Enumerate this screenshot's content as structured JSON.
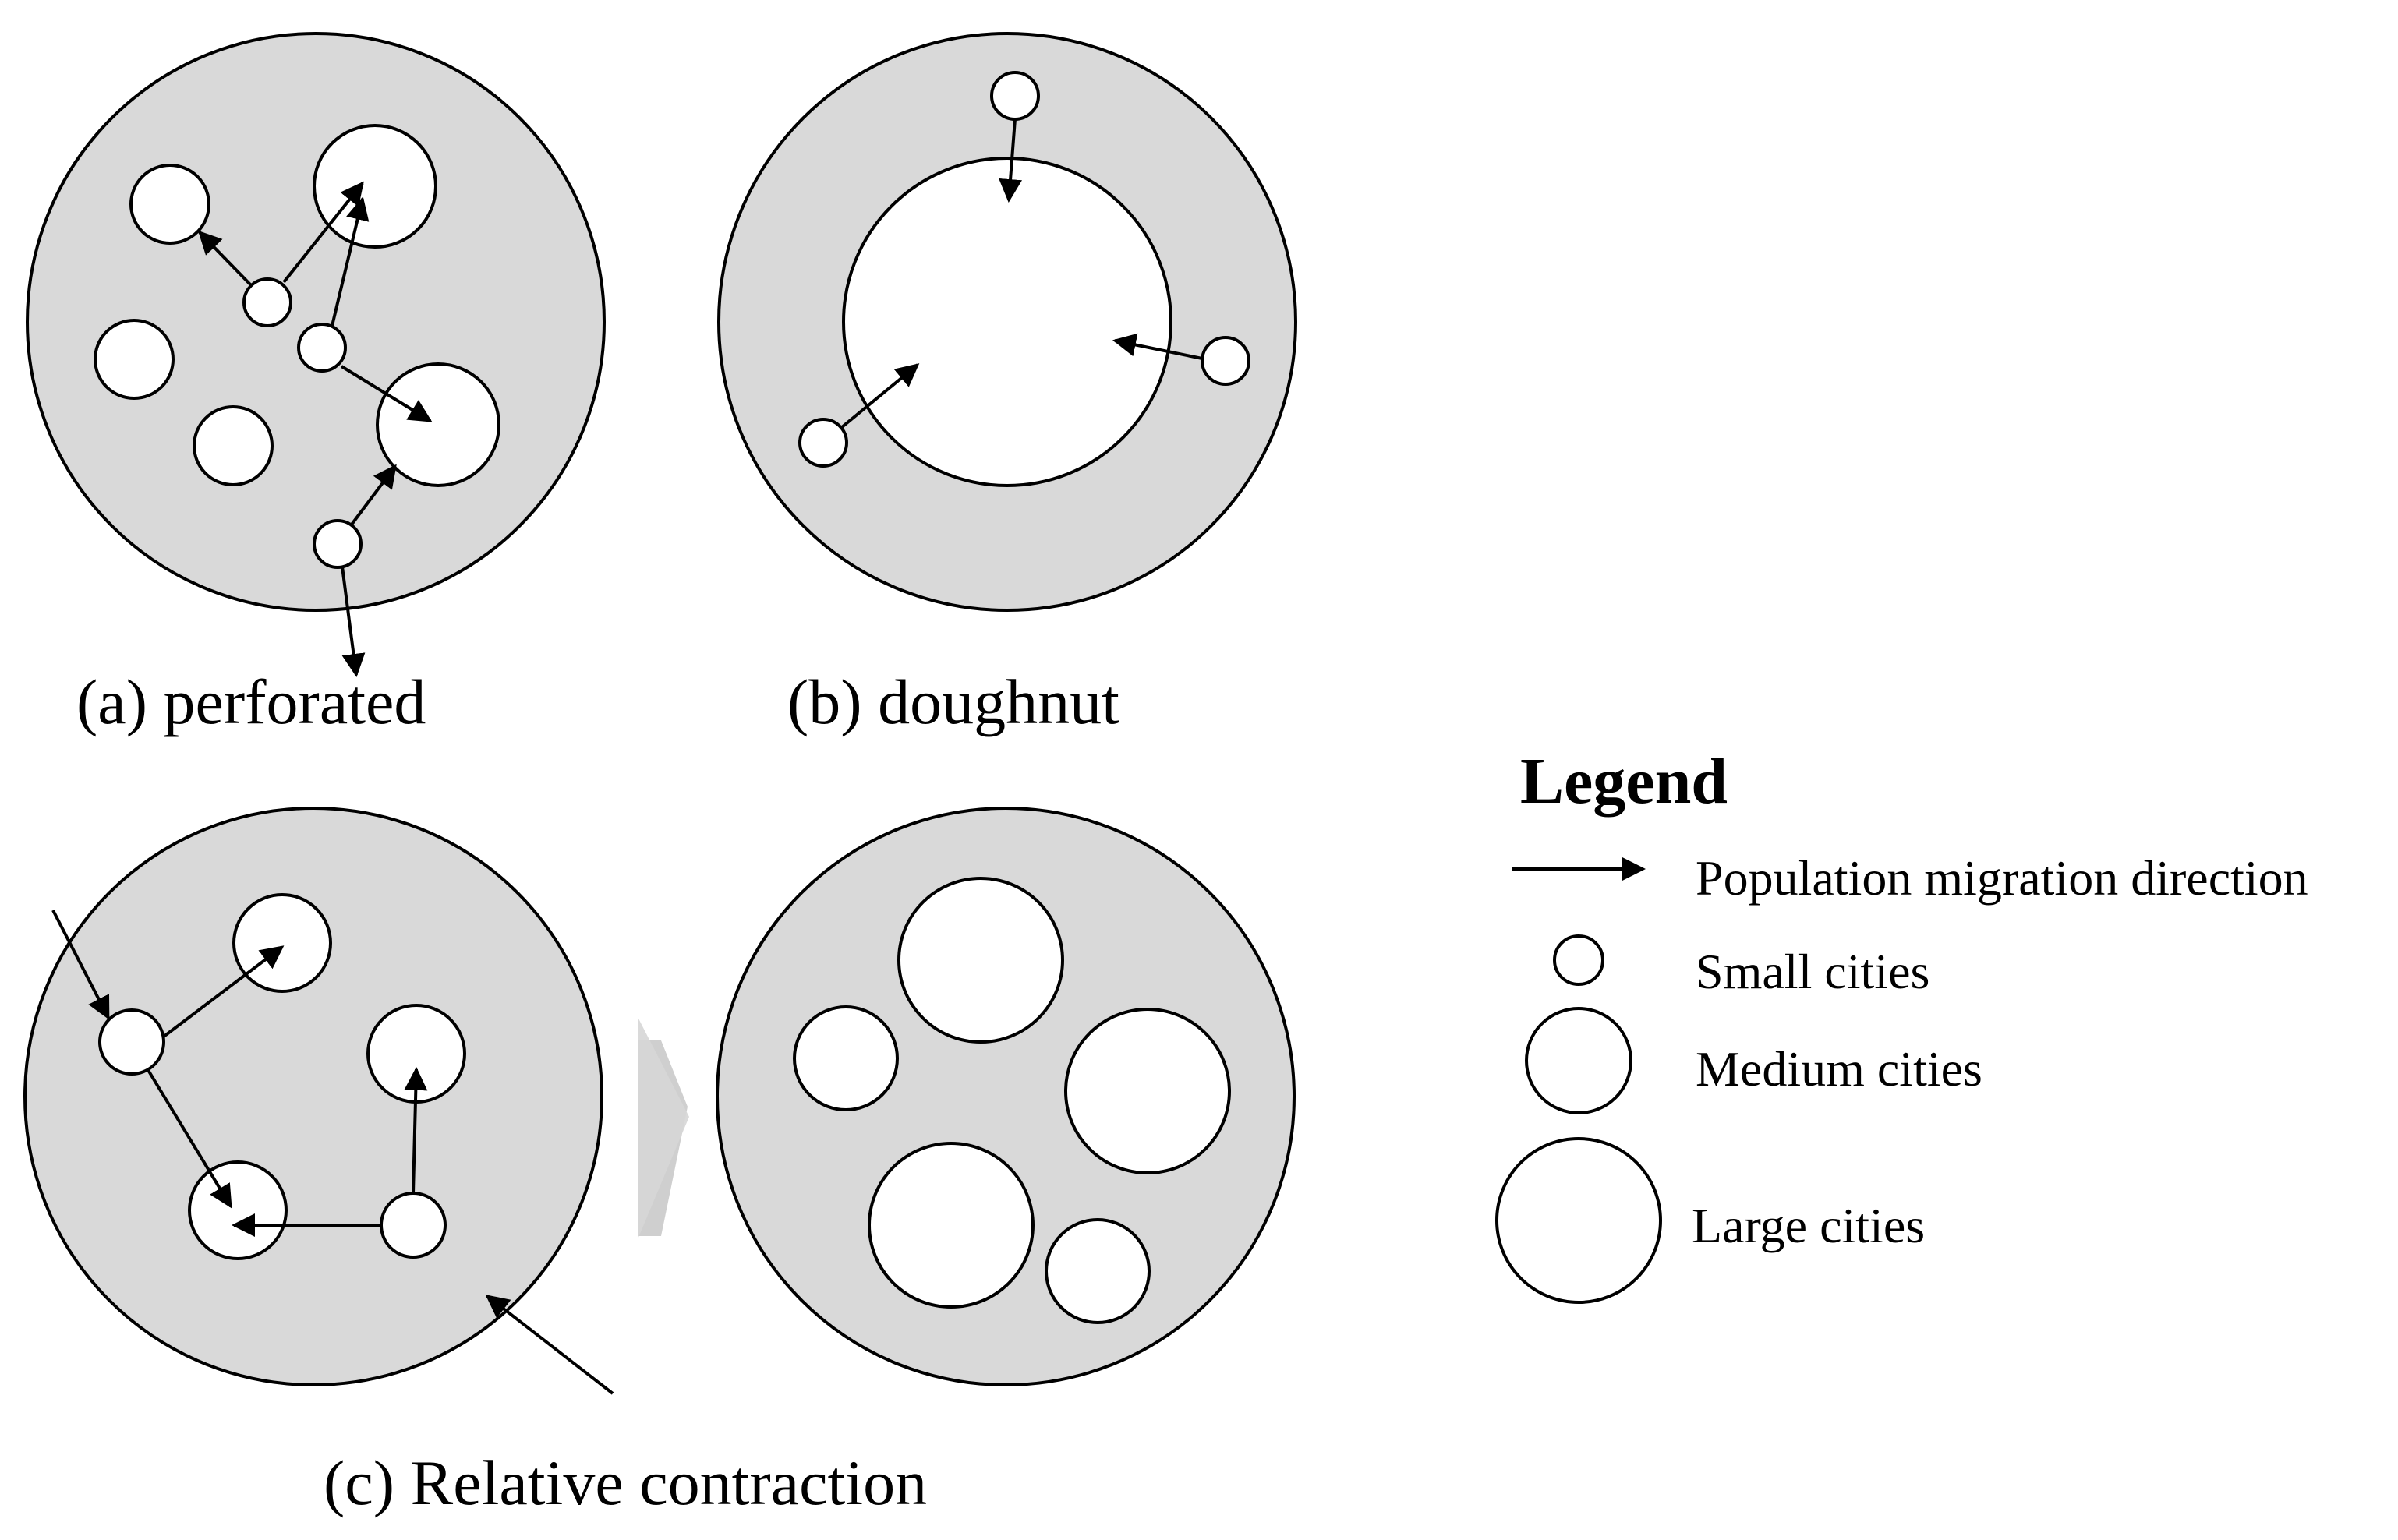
{
  "panels": {
    "a": {
      "caption": "(a) perforated"
    },
    "b": {
      "caption": "(b) doughnut"
    },
    "c": {
      "caption": "(c) Relative contraction"
    }
  },
  "legend": {
    "title": "Legend",
    "items": [
      {
        "symbol": "arrow",
        "label": "Population migration direction"
      },
      {
        "symbol": "small-circle",
        "label": "Small cities"
      },
      {
        "symbol": "medium-circle",
        "label": "Medium cities"
      },
      {
        "symbol": "large-circle",
        "label": "Large cities"
      }
    ]
  },
  "colors": {
    "region_fill": "#d9d9d9",
    "city_fill": "#ffffff",
    "stroke": "#000000",
    "transition_arrow": "#cfcfcf"
  }
}
